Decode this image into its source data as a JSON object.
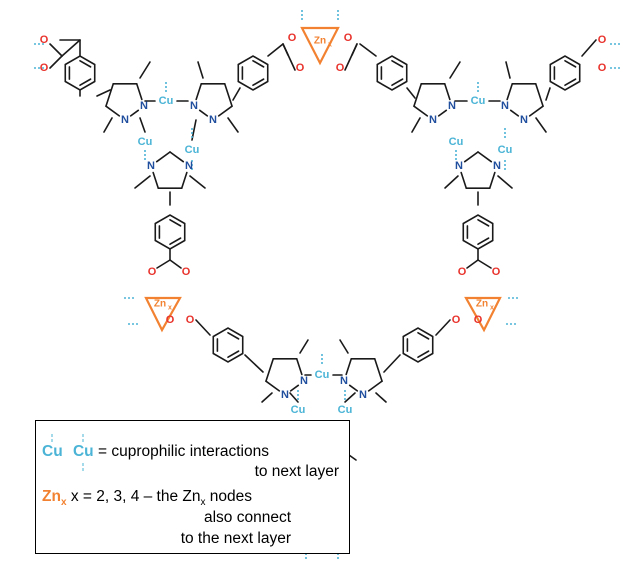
{
  "labels": {
    "cu": "Cu",
    "n": "N",
    "o": "O",
    "zn": "Zn",
    "zn_sub": "x"
  },
  "legend": {
    "cu_text": "Cu",
    "cu_desc_1": "= cuprophilic interactions",
    "cu_desc_2": "to next layer",
    "zn_label": "Zn",
    "zn_sub": "x",
    "zn_desc_1a": "x = 2, 3, 4 – the Zn",
    "zn_desc_1b": "x",
    "zn_desc_1c": " nodes",
    "zn_desc_2": "also connect",
    "zn_desc_3": "to the next layer"
  },
  "colors": {
    "bond": "#1a1a1a",
    "nitrogen": "#1f4e9e",
    "copper": "#4bb4d6",
    "oxygen": "#e8322b",
    "zinc": "#f28231"
  }
}
